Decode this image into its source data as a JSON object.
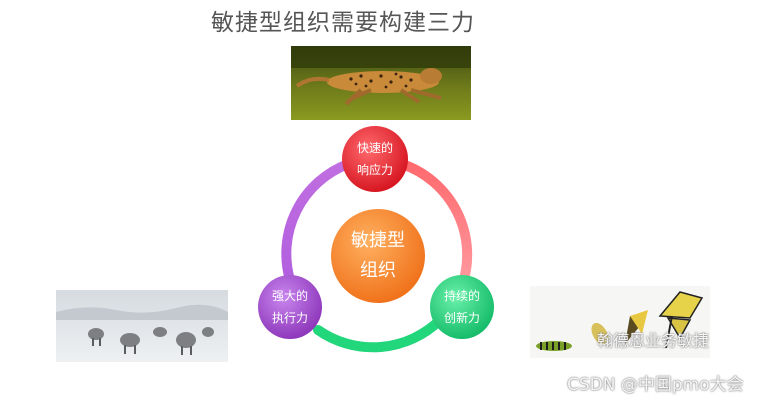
{
  "title": "敏捷型组织需要构建三力",
  "center": {
    "line1": "敏捷型",
    "line2": "组织"
  },
  "nodes": {
    "top": {
      "line1": "快速的",
      "line2": "响应力",
      "color": "#e8242e"
    },
    "left": {
      "line1": "强大的",
      "line2": "执行力",
      "color": "#a34ccf"
    },
    "right": {
      "line1": "持续的",
      "line2": "创新力",
      "color": "#1fd27a"
    }
  },
  "center_color": "#f47a20",
  "images": {
    "top": "cheetah",
    "left": "wolves",
    "right": "caterpillar-to-butterfly"
  },
  "watermark": {
    "line1": "翰德恩业务敏捷",
    "line2": "CSDN @中国pmo大会"
  }
}
